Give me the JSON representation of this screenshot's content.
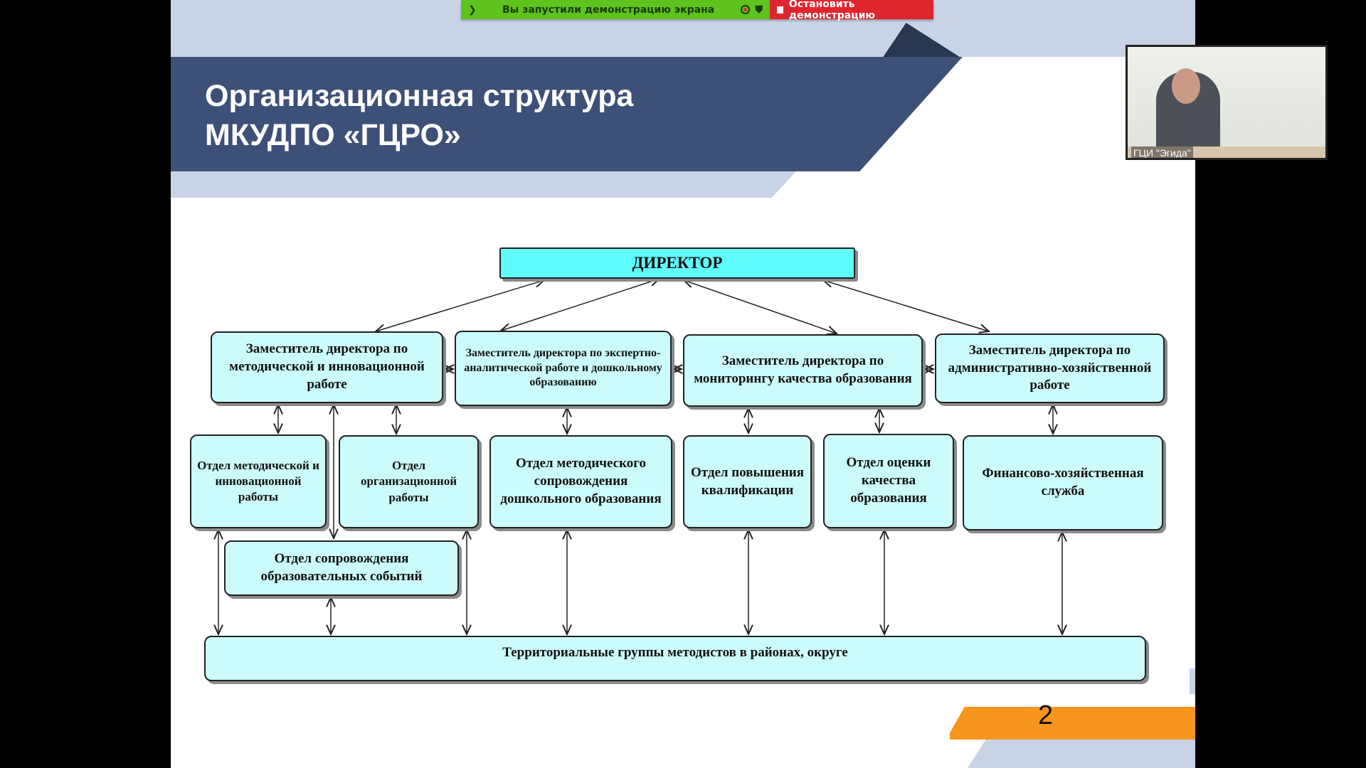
{
  "share_bar": {
    "status": "Вы запустили демонстрацию экрана",
    "stop_label": "Остановить демонстрацию"
  },
  "video": {
    "caption": "ГЦИ \"Эгида\""
  },
  "slide": {
    "title_line1": "Организационная структура",
    "title_line2": "МКУДПО «ГЦРО»",
    "page_number": "2"
  },
  "chart": {
    "director": "ДИРЕКТОР",
    "deputies": [
      "Заместитель директора по методической и инновационной работе",
      "Заместитель директора по экспертно-аналитической работе и дошкольному образованию",
      "Заместитель директора по мониторингу качества образования",
      "Заместитель директора по административно-хозяйственной работе"
    ],
    "departments": [
      "Отдел методической и инновационной работы",
      "Отдел организационной работы",
      "Отдел методического сопровождения дошкольного образования",
      "Отдел повышения квалификации",
      "Отдел оценки качества образования",
      "Финансово-хозяйственная служба"
    ],
    "events_dept": "Отдел сопровождения образовательных событий",
    "territorial": "Территориальные группы методистов в районах, округе"
  }
}
